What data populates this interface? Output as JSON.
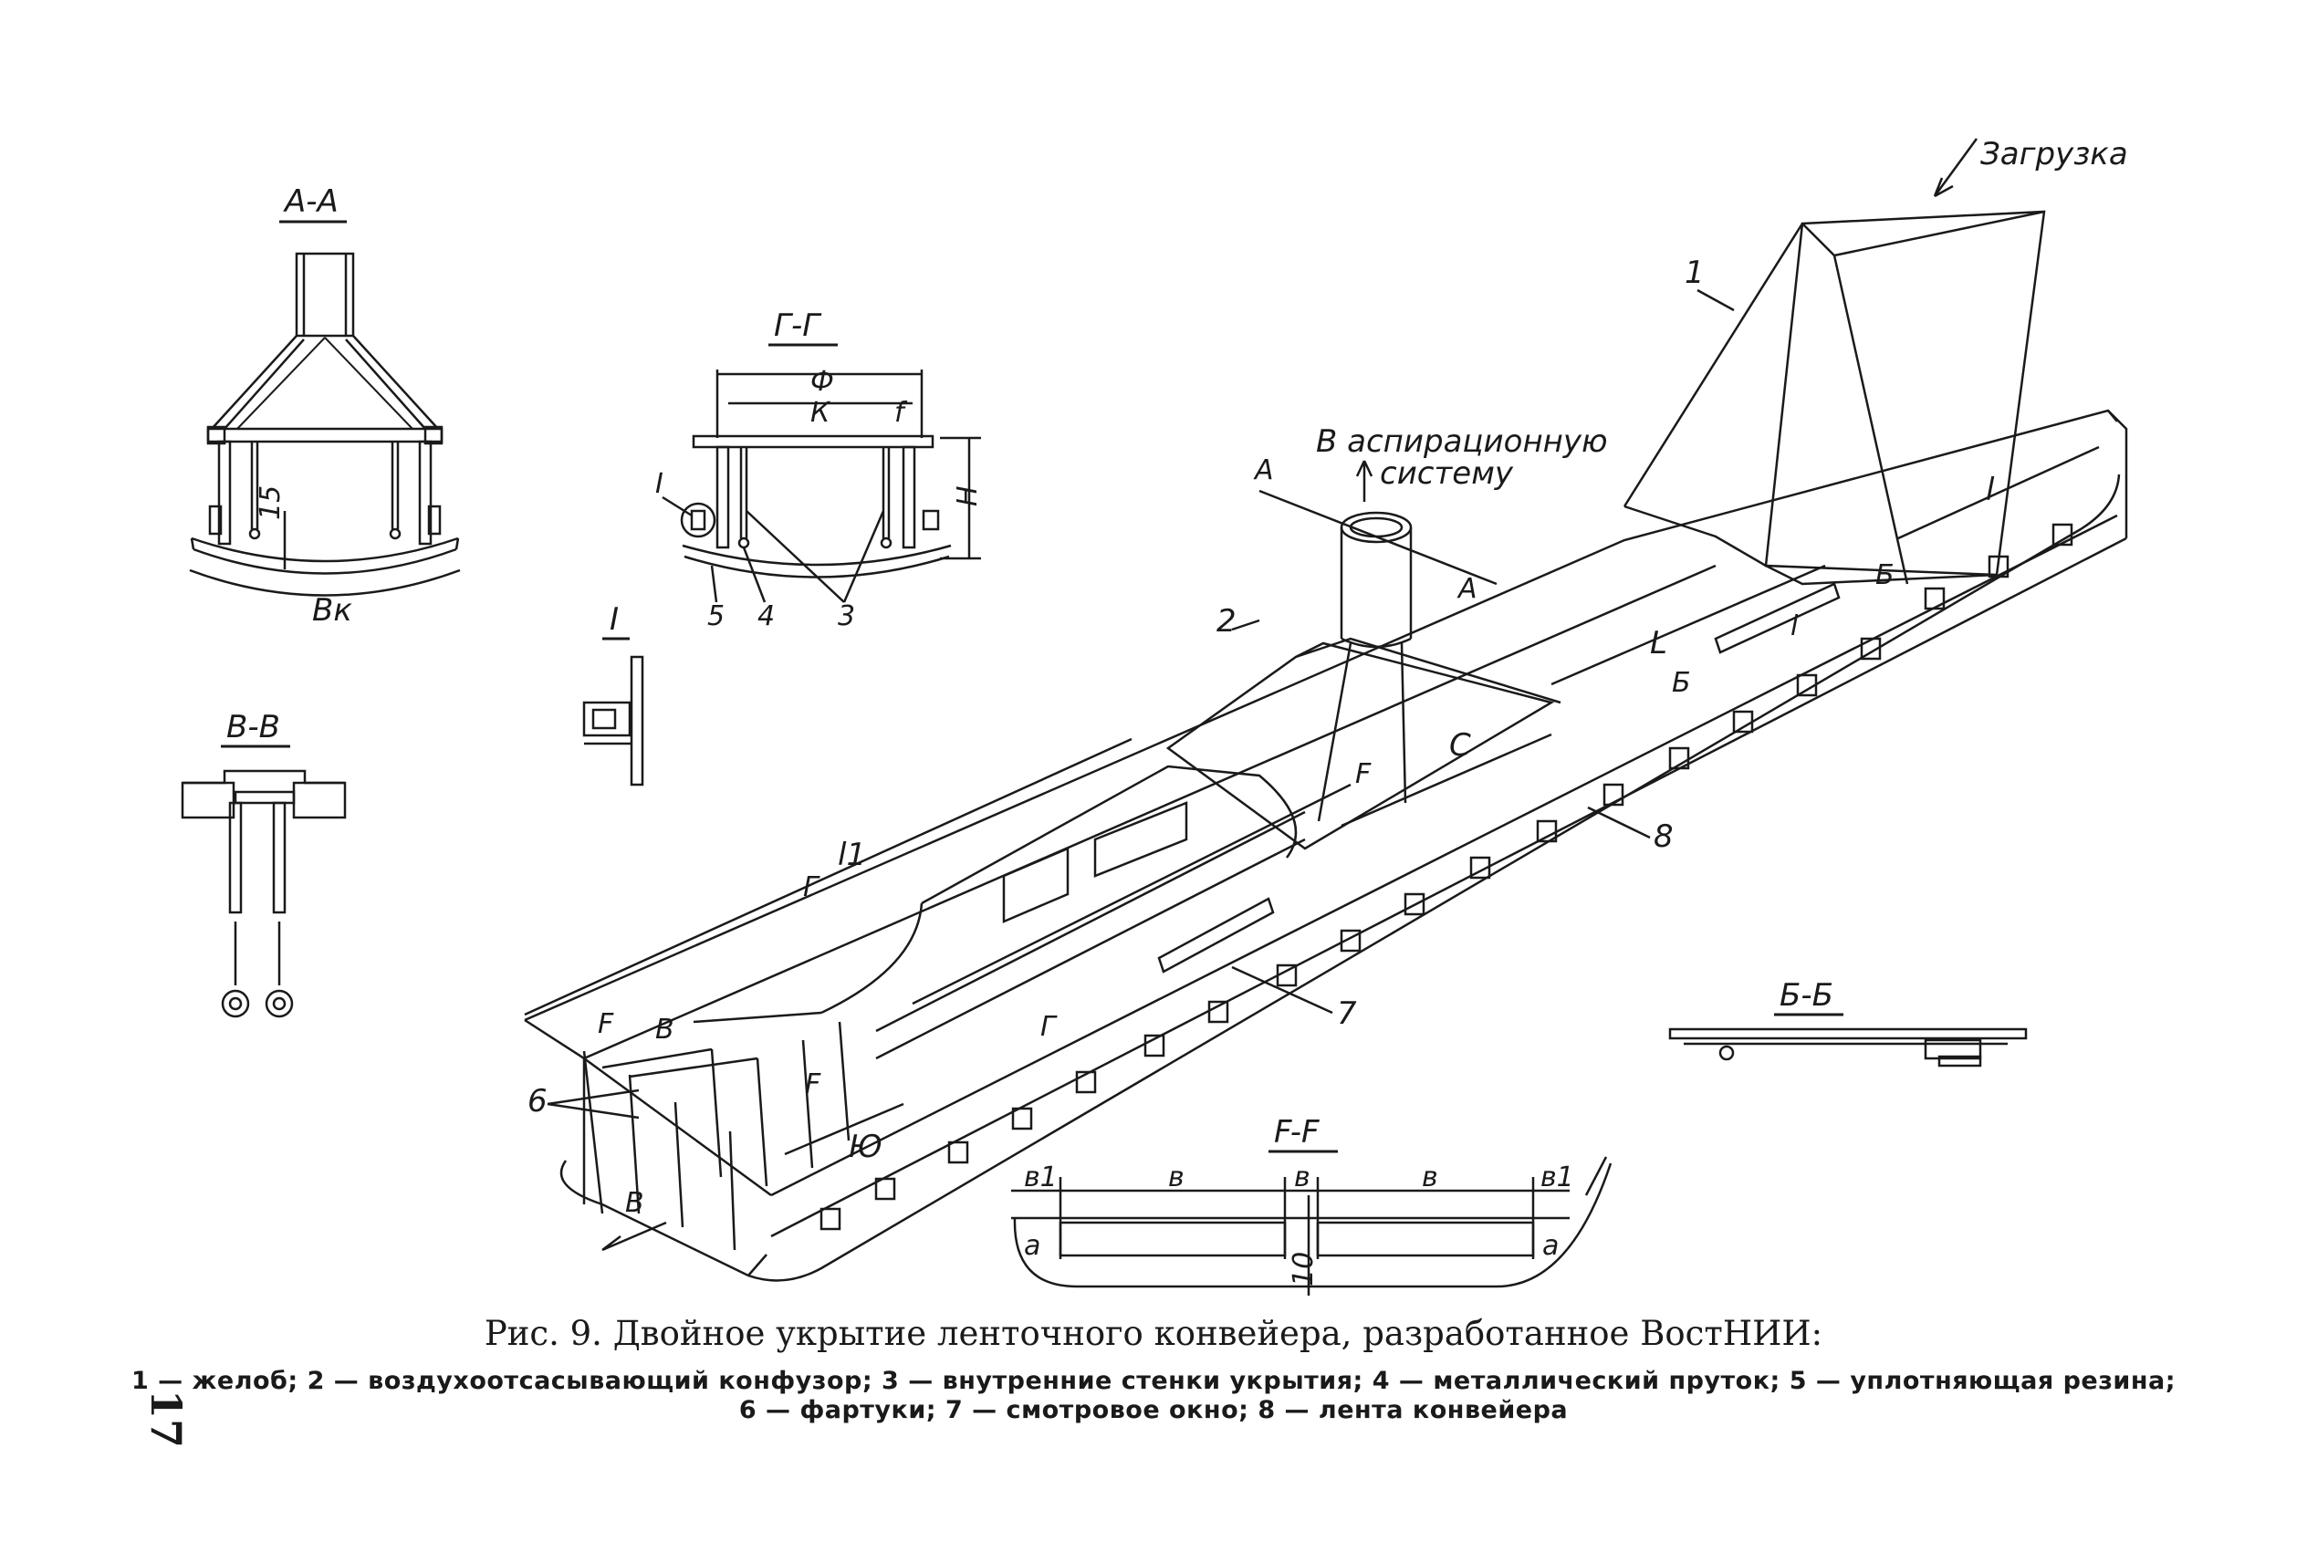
{
  "figure": {
    "caption": "Рис. 9. Двойное укрытие ленточного конвейера, разработанное ВостНИИ:",
    "legend_line1": "1 — желоб; 2 — воздухоотсасывающий конфузор; 3 — внутренние стенки укрытия; 4 — металлический пруток; 5 — уплотняющая резина;",
    "legend_line2": "6 — фартуки; 7 — смотровое окно; 8 — лента конвейера",
    "page_number": "17"
  },
  "sections": {
    "aa": {
      "title": "А-А",
      "dim_15": "15",
      "dim_bk": "Вк"
    },
    "gg": {
      "title": "Г-Г",
      "dim_f": "Ф",
      "dim_k": "К",
      "dim_f_small": "f",
      "dim_h": "Н",
      "n_i": "I",
      "n5": "5",
      "n4": "4",
      "n3": "3"
    },
    "i": {
      "title": "I"
    },
    "vv": {
      "title": "В-В"
    },
    "bb": {
      "title": "Б-Б"
    },
    "ff": {
      "title": "F-F",
      "dim_b1_left": "в1",
      "dim_b_left": "в",
      "dim_b_mid": "в",
      "dim_b_right": "в",
      "dim_b1_right": "в1",
      "dim_a_left": "а",
      "dim_a_right": "а",
      "dim_10": "10"
    }
  },
  "main_view": {
    "loading": "Загрузка",
    "aspiration_1": "В аспирационную",
    "aspiration_2": "систему",
    "n1": "1",
    "n2": "2",
    "n6": "6",
    "n7": "7",
    "n8": "8",
    "cut_a1": "А",
    "cut_a2": "А",
    "cut_b1": "Б",
    "cut_b2": "Б",
    "cut_g1": "Г",
    "cut_g2": "Г",
    "cut_v1": "В",
    "cut_v2": "В",
    "cut_f1": "F",
    "cut_f2": "F",
    "cut_f3": "F",
    "dim_l_small": "l",
    "dim_l_small2": "l",
    "dim_L": "L",
    "dim_l1": "l1",
    "dim_c": "С",
    "dim_yu": "Ю"
  }
}
